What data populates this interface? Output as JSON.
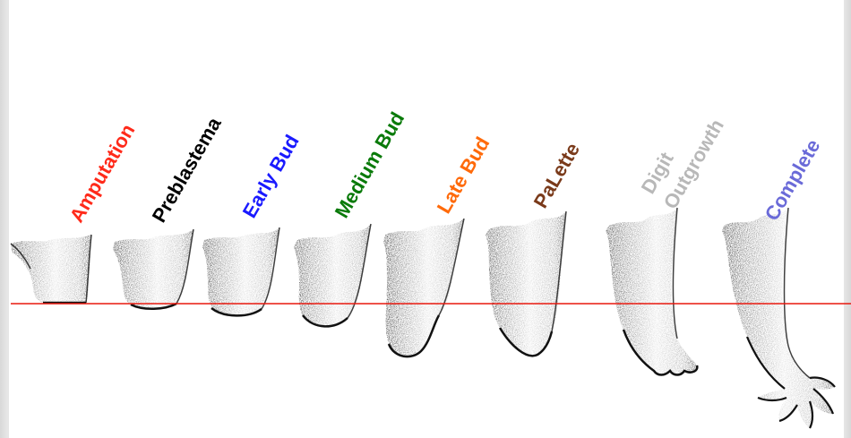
{
  "stages": [
    {
      "label": "Amputation",
      "color": "#ff2a1a"
    },
    {
      "label": "Preblastema",
      "color": "#000000"
    },
    {
      "label": "Early Bud",
      "color": "#1a1aff"
    },
    {
      "label": "Medium Bud",
      "color": "#0a7a0a"
    },
    {
      "label": "Late Bud",
      "color": "#ff6a0a"
    },
    {
      "label": "PaLette",
      "color": "#7a3a1a"
    },
    {
      "label": "Digit",
      "label2": "Outgrowth",
      "color": "#b8b8b8"
    },
    {
      "label": "Complete",
      "color": "#6a6ad8"
    }
  ],
  "reference_line_color": "#e8190f"
}
